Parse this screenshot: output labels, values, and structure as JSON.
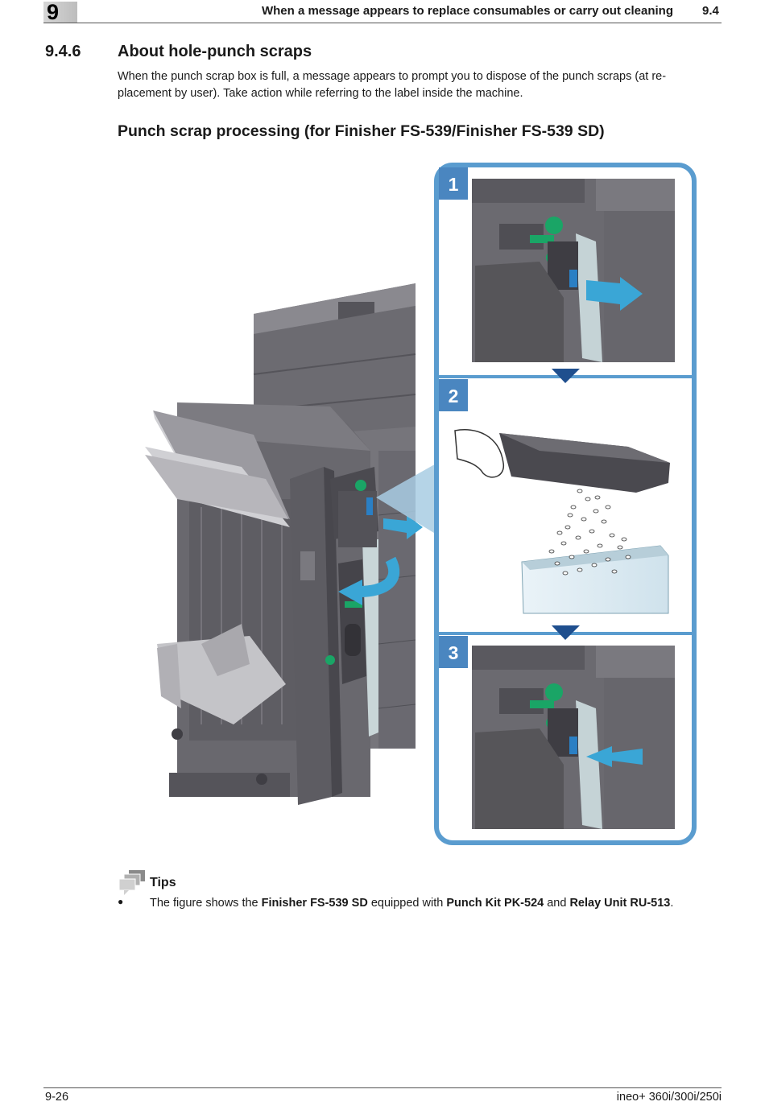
{
  "header": {
    "chapter_number": "9",
    "title": "When a message appears to replace consumables or carry out cleaning",
    "section": "9.4"
  },
  "section": {
    "number": "9.4.6",
    "title": "About hole-punch scraps",
    "intro_line1": "When the punch scrap box is full, a message appears to prompt you to dispose of the punch scraps (at re-",
    "intro_line2": "placement by user). Take action while referring to the label inside the machine."
  },
  "subsection": {
    "title": "Punch scrap processing (for Finisher FS-539/Finisher FS-539 SD)"
  },
  "figure": {
    "steps": [
      "1",
      "2",
      "3"
    ],
    "accent_color": "#5a9ccf",
    "step_box_color": "#4a86c0",
    "arrow_color": "#3aa6d6",
    "triangle_color": "#1f4f8e",
    "green_color": "#1aa566",
    "machine_color": "#6b6a70"
  },
  "tips": {
    "label": "Tips",
    "bullet": "●",
    "text_1": "The figure shows the ",
    "bold_1": "Finisher FS-539 SD",
    "text_2": " equipped with ",
    "bold_2": "Punch Kit PK-524",
    "text_3": " and ",
    "bold_3": "Relay Unit RU-513",
    "text_4": "."
  },
  "footer": {
    "page": "9-26",
    "product": "ineo+ 360i/300i/250i"
  }
}
